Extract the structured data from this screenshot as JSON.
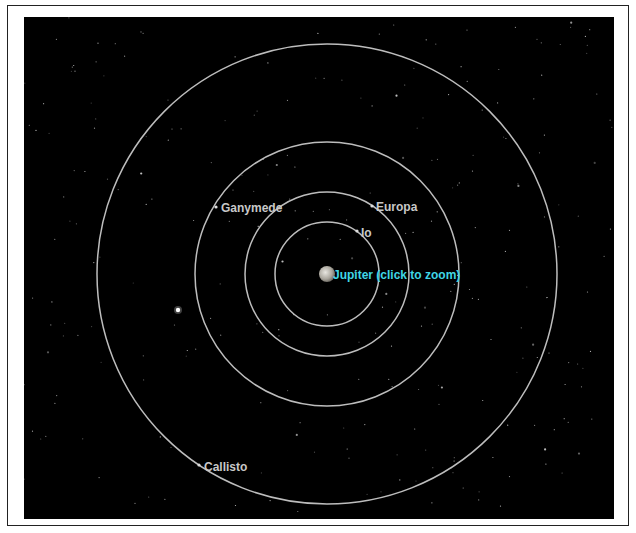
{
  "diagram": {
    "labels": [
      "Ganymede",
      "Europa",
      "Io",
      "Jupiter (click to zoom)",
      "Callisto"
    ]
  }
}
